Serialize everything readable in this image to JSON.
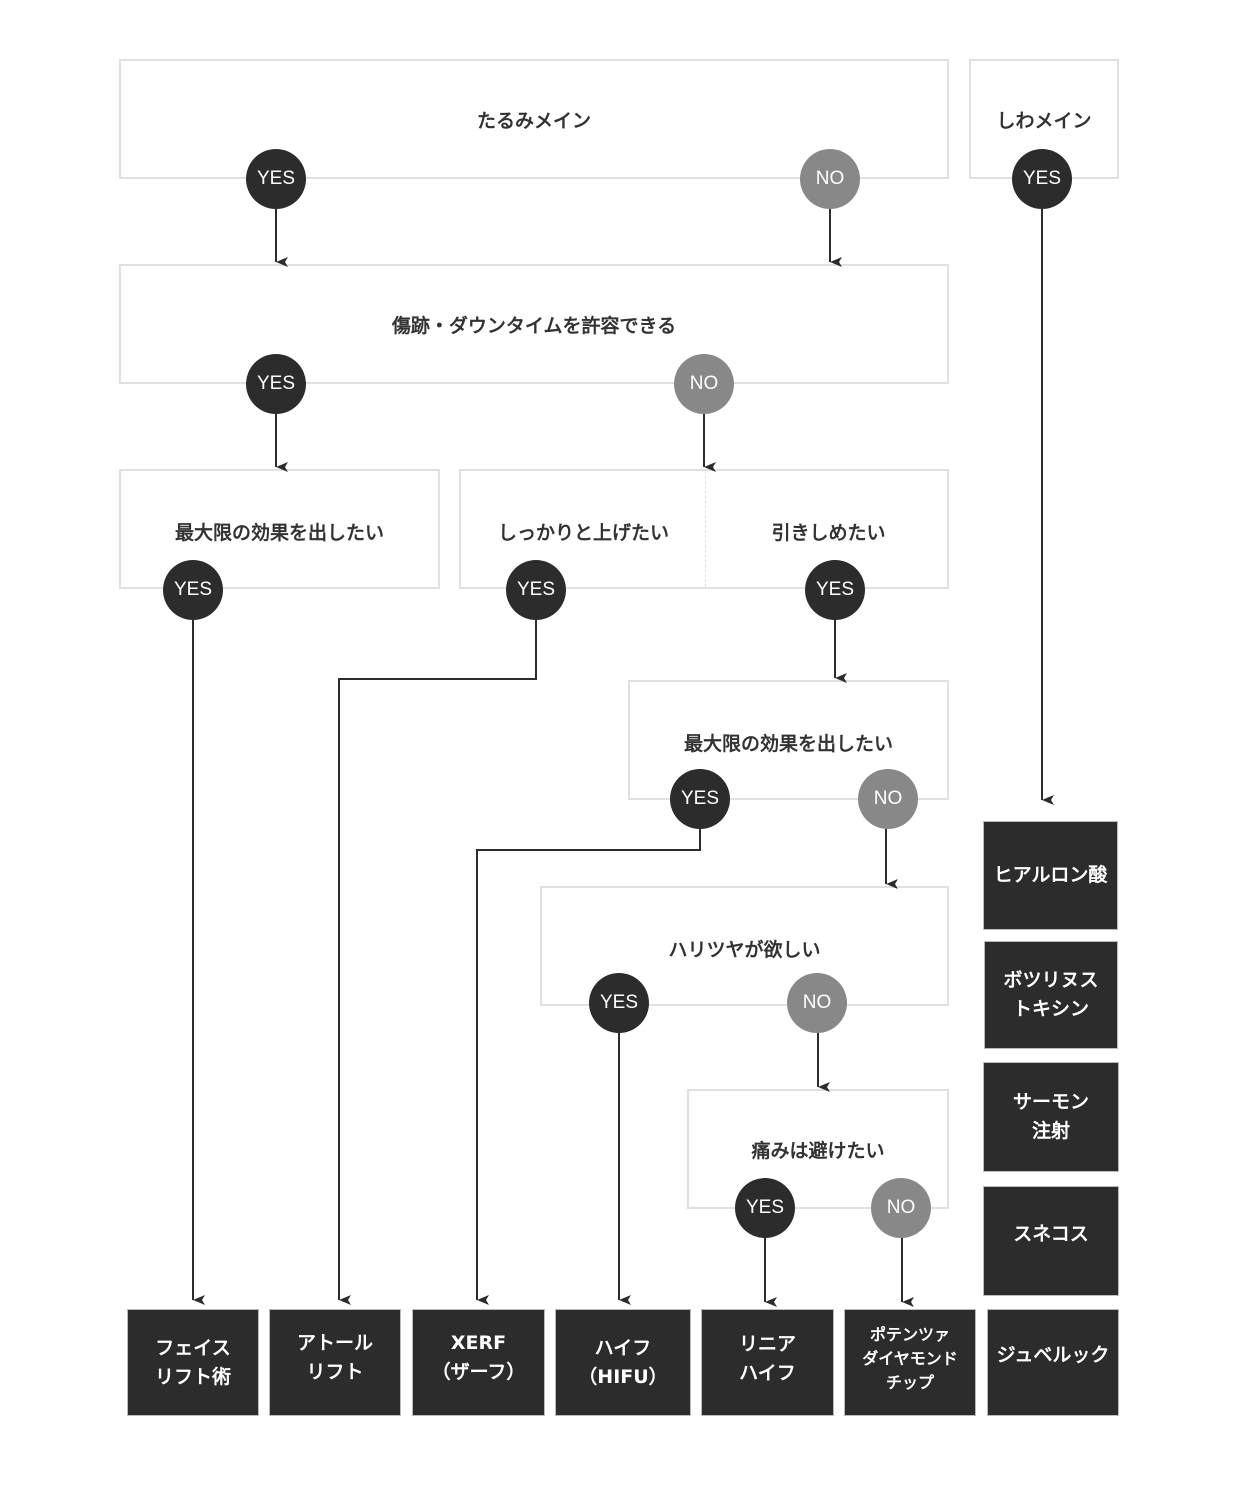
{
  "questions": {
    "q1": "たるみメイン",
    "q2": "傷跡・ダウンタイムを許容できる",
    "q3": "最大限の効果を出したい",
    "q4a": "しっかりと上げたい",
    "q4b": "引きしめたい",
    "q5": "最大限の効果を出したい",
    "q6": "ハリツヤが欲しい",
    "q7": "痛みは避けたい",
    "w1": "しわメイン"
  },
  "answers": {
    "yes": "YES",
    "no": "NO"
  },
  "results": {
    "facelift": "フェイス\nリフト術",
    "atoll": "アトール\nリフト",
    "xerf": "XERF\n（ザーフ）",
    "hifu": "ハイフ\n（HIFU）",
    "linear": "リニア\nハイフ",
    "potenza": "ポテンツァ\nダイヤモンド\nチップ",
    "juvelook": "ジュベルック",
    "hyaluronic": "ヒアルロン酸",
    "botox": "ボツリヌス\nトキシン",
    "salmon": "サーモン\n注射",
    "sunekos": "スネコス"
  },
  "colors": {
    "yes": "#2c2c2c",
    "no": "#888888",
    "border": "#e0e0e0",
    "result": "#2c2c2c"
  }
}
